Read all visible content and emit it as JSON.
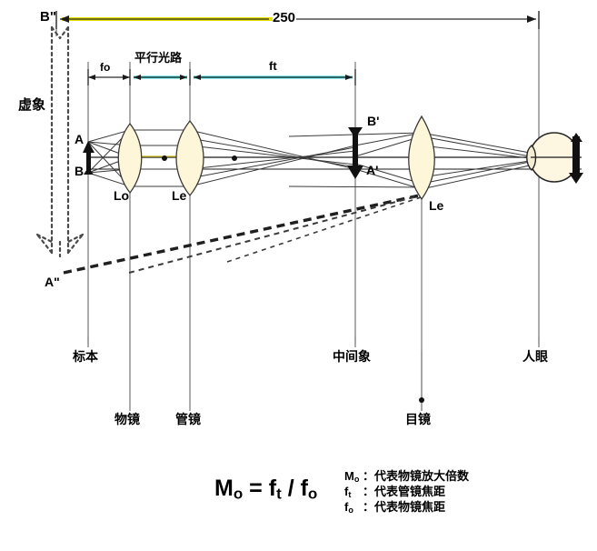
{
  "diagram": {
    "title_labels": {
      "virtual_image": "虚象",
      "parallel_path": "平行光路"
    },
    "dimensions": {
      "total": "250",
      "objective_focal": "fo",
      "tube_focal": "ft"
    },
    "point_labels": {
      "b_double_prime": "B\"",
      "a_double_prime": "A\"",
      "a": "A",
      "b": "B",
      "a_prime": "A'",
      "b_prime": "B'"
    },
    "lens_labels": {
      "objective": "Lo",
      "tube": "Le",
      "eyepiece": "Le"
    },
    "station_labels": {
      "specimen": "标本",
      "objective": "物镜",
      "tube_lens": "管镜",
      "intermediate_image": "中间象",
      "eyepiece": "目镜",
      "eye": "人眼"
    },
    "colors": {
      "axis": "#1a1a1a",
      "ray": "#3b3b3b",
      "dimension_highlight": "#e8e000",
      "dimension_cyan": "#2fd0d0",
      "lens_fill": "#fdf6d8",
      "lens_stroke": "#3a3a3a",
      "eye_fill": "#fdf6e0"
    }
  },
  "formula": {
    "magnification": "M",
    "magnification_sub": "o",
    "equals": "=",
    "numerator": "f",
    "numerator_sub": "t",
    "slash": "/",
    "denominator": "f",
    "denominator_sub": "o",
    "full_text": "Mo = ft / fo"
  },
  "legend": {
    "rows": [
      {
        "symbol": "M",
        "symbol_sub": "o",
        "separator": "：",
        "text": "代表物镜放大倍数"
      },
      {
        "symbol": "f",
        "symbol_sub": "t",
        "separator": "：",
        "text": "代表管镜焦距"
      },
      {
        "symbol": "f",
        "symbol_sub": "o",
        "separator": "：",
        "text": "代表物镜焦距"
      }
    ]
  }
}
